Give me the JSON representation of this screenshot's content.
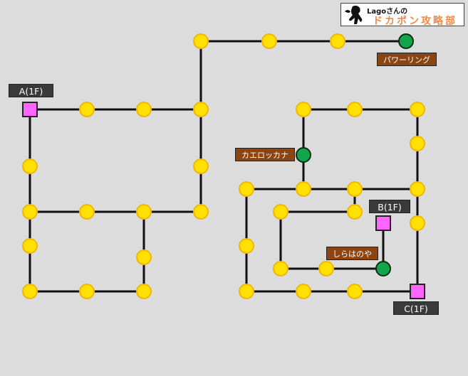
{
  "logo": {
    "line1": "Lagoさんの",
    "line2": "ドカポン攻略部",
    "figure_icon": "silhouette-figure-icon"
  },
  "floor_labels": {
    "a": "A(1F)",
    "b": "B(1F)",
    "c": "C(1F)"
  },
  "item_labels": {
    "power_ring": "パワーリング",
    "kaero_kana": "カエロッカナ",
    "shirahanoya": "しらはのや"
  },
  "colors": {
    "background": "#dcdcdc",
    "path": "#111111",
    "standard_space": "#ffe100",
    "item_space": "#11a64b",
    "warp_space": "#ff66ff",
    "floor_label_bg": "#3a3a3a",
    "item_label_bg": "#8b4513",
    "logo_accent": "#f08a4b"
  },
  "legend_of_spaces": {
    "standard": "yellow-circle-icon",
    "item": "green-circle-icon",
    "warp": "pink-square-icon"
  }
}
